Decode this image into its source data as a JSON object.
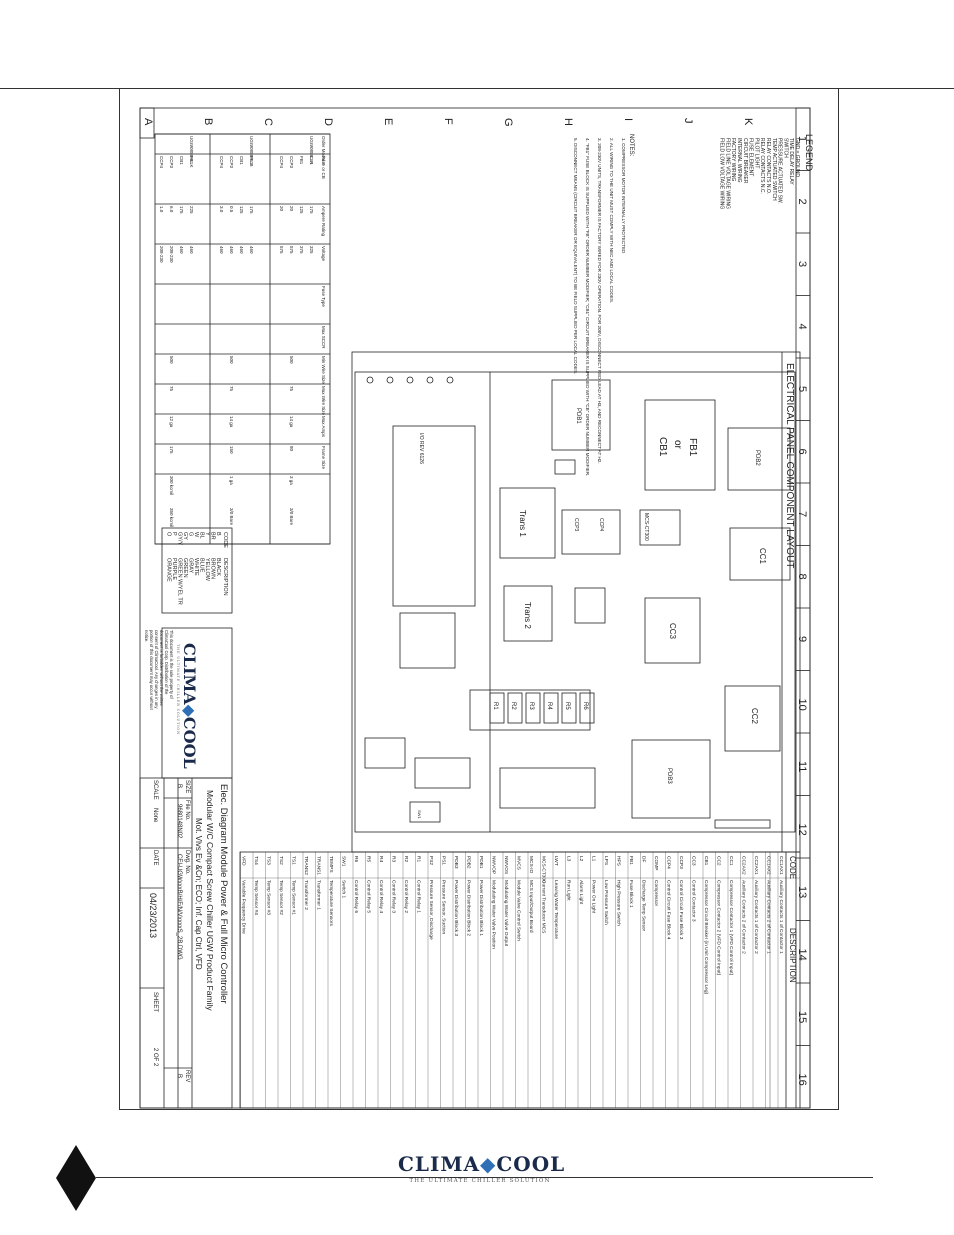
{
  "brand": {
    "name_left": "CLIMA",
    "name_right": "COOL",
    "tagline": "THE ULTIMATE CHILLER SOLUTION",
    "accent": "#2f6fb5"
  },
  "drawing": {
    "panel_title": "ELECTRICAL PANEL COMPONENT LAYOUT",
    "col_numbers": [
      "1",
      "2",
      "3",
      "4",
      "5",
      "6",
      "7",
      "8",
      "9",
      "10",
      "11",
      "12",
      "13",
      "14",
      "15",
      "16"
    ],
    "row_letters": [
      "A",
      "B",
      "C",
      "D",
      "E",
      "F",
      "G",
      "H",
      "I",
      "J",
      "K"
    ],
    "legend": {
      "title": "LEGEND",
      "items": [
        "GND = GROUND",
        "TIME DELAY RELAY",
        "SWITCH",
        "PRESSURE ACTUATED SW.",
        "TEMP ACTUATED SWITCH",
        "RELAY CONTACTS N.O.",
        "RELAY CONTACTS N.C.",
        "PILOT LIGHT",
        "FUSE ELEMENT",
        "CIRCUIT BREAKER",
        "INTERNAL WIRING",
        "FACTORY WIRING",
        "FIELD LINE VOLTAGE WIRING",
        "FIELD LOW VOLTAGE WIRING"
      ]
    },
    "notes": {
      "title": "NOTES:",
      "items": [
        "1. COMPRESSOR MOTOR INTERNALLY PROTECTED",
        "2. ALL WIRING TO THE UNIT MUST COMPLY WITH NEC AND LOCAL CODES.",
        "3. 208-230V UNITS, TRANSFORMER IS FACTORY WIRED FOR 230V OPERATION. FOR 208V, DISCONNECT RED LEAD AT H3, AND RECONNECT AT H2.",
        "4. \"FB1\" FUSE BLOCK IS SUPPLIED WITH \"FB\" ORDER NUMBER MODIFIER; \"CB1\" CIRCUIT BREAKER IS SUPPLIED WITH \"CB\" ORDER NUMBER MODIFIER.",
        "5. DISCONNECT MEANS (CIRCUIT BREAKER OR EQUIVALENT) TO BE FIELD SUPPLIED PER LOCAL CODES."
      ]
    },
    "order_table": {
      "headers": [
        "Order Model #",
        "Fuse or CB",
        "Ampere Rating",
        "Voltage",
        "Fuse Type",
        "Max SCCR",
        "Min Wire Size",
        "Max Wire Size",
        "Max Amps",
        "Frame Size"
      ],
      "rows": [
        {
          "model": "UGW085B...A",
          "vals": [
            "CB1",
            "FB1",
            "CCP3",
            "CCP4"
          ],
          "amps": [
            "175",
            "125",
            "20",
            "20"
          ],
          "volt": [
            "325",
            "375",
            "575",
            "575"
          ],
          "sccr": "500",
          "minw": "75",
          "maxw": "14 ga",
          "amp": "80",
          "frame": "3 ga",
          "size": "3/0 Bare"
        },
        {
          "model": "UGW085BF...B",
          "vals": [
            "FB1",
            "CB1",
            "CCP3",
            "CCP4"
          ],
          "amps": [
            "175",
            "125",
            "0.5",
            "3.0"
          ],
          "volt": [
            "460",
            "460",
            "460",
            "460"
          ],
          "sccr": "500",
          "minw": "75",
          "maxw": "14 ga",
          "amp": "150",
          "frame": "1 ga",
          "size": "3/0 Bare"
        },
        {
          "model": "UGW085BH...K",
          "vals": [
            "FB1",
            "CB1",
            "CCP3",
            "CCP4"
          ],
          "amps": [
            "225",
            "175",
            "6.0",
            "1.0"
          ],
          "volt": [
            "460",
            "460",
            "208-230",
            "208-230"
          ],
          "sccr": "500",
          "minw": "75",
          "maxw": "12 ga",
          "amp": "175",
          "frame": "300 kcmil",
          "size": "350 kcmil"
        }
      ]
    },
    "color_codes": {
      "headers": [
        "CODE",
        "DESCRIPTION"
      ],
      "rows": [
        [
          "B",
          "BLACK"
        ],
        [
          "BR",
          "BROWN"
        ],
        [
          "Y",
          "YELLOW"
        ],
        [
          "BL",
          "BLUE"
        ],
        [
          "W",
          "WHITE"
        ],
        [
          "G",
          "GRAY"
        ],
        [
          "GY",
          "GREEN"
        ],
        [
          "GY/Y",
          "GREEN W/YEL TR"
        ],
        [
          "P",
          "PURPLE"
        ],
        [
          "O",
          "ORANGE"
        ]
      ]
    },
    "components": {
      "pdb1": "PDB1",
      "pdb2": "PDB2",
      "pdb3": "PDB3",
      "fb_title": "FB1",
      "fb_or": "or",
      "fb_cb": "CB1",
      "trans1": "Trans 1",
      "trans2": "Trans 2",
      "cc1": "CC1",
      "cc2": "CC2",
      "cc3": "CC3",
      "ccp3": "CCP3",
      "ccp4": "CCP4",
      "mcs": "MCS-CT300",
      "io": "I/O REV 6126",
      "relays": [
        "R1",
        "R2",
        "R3",
        "R4",
        "R5",
        "R6"
      ],
      "sw": "SW1"
    },
    "code_list": {
      "headers": [
        "CODE",
        "DESCRIPTION"
      ],
      "rows": [
        [
          "CC1AX1",
          "Auxiliary Contacts 1 of Contactor 1"
        ],
        [
          "CC1AX2",
          "Auxiliary Contacts 2 of Contactor 1"
        ],
        [
          "CC2AX1",
          "Auxiliary Contacts 1 of Contactor 2"
        ],
        [
          "CC2AX2",
          "Auxiliary Contacts 2 of Contactor 2"
        ],
        [
          "CC1",
          "Compressor Contactor 1 (VFD Control Input)"
        ],
        [
          "CC2",
          "Compressor Contactor 2 (VFD Control Input)"
        ],
        [
          "CB1",
          "Compressor Circuit Breaker (in Unit Compressor Leg)"
        ],
        [
          "CC3",
          "Control Contactor 3"
        ],
        [
          "CCP3",
          "Control Circuit Fuse Block 3"
        ],
        [
          "CCP4",
          "Control Circuit Fuse Block 4"
        ],
        [
          "COMP",
          "Compressor"
        ],
        [
          "DF",
          "Discharge Temp Sensor"
        ],
        [
          "FB1",
          "Fuse Block 1"
        ],
        [
          "HPS",
          "High Pressure Switch"
        ],
        [
          "LPS",
          "Low Pressure Switch"
        ],
        [
          "L1",
          "Power On Light"
        ],
        [
          "L2",
          "Alarm Light"
        ],
        [
          "L3",
          "Run Light"
        ],
        [
          "LWT",
          "Leaving Water Temperature"
        ],
        [
          "MCS-CT300",
          "Current Transducer MCS"
        ],
        [
          "MCS-IO",
          "MCS Input/Output Board"
        ],
        [
          "MVCS",
          "Module Valve Control Switch"
        ],
        [
          "NWVOS",
          "Modulating Water Valve Output"
        ],
        [
          "NWVOP",
          "Modulating Water Valve Position"
        ],
        [
          "PDB1",
          "Power Distribution Block 1"
        ],
        [
          "PDB2",
          "Power Distribution Block 2"
        ],
        [
          "PDB3",
          "Power Distribution Block 3"
        ],
        [
          "PS1",
          "Pressure Sensor, Suction"
        ],
        [
          "PS2",
          "Pressure Sensor, Discharge"
        ],
        [
          "R1",
          "Control Relay 1"
        ],
        [
          "R2",
          "Control Relay 2"
        ],
        [
          "R3",
          "Control Relay 3"
        ],
        [
          "R4",
          "Control Relay 4"
        ],
        [
          "R5",
          "Control Relay 5"
        ],
        [
          "R6",
          "Control Relay 6"
        ],
        [
          "SW1",
          "Switch 1"
        ],
        [
          "TEMPS",
          "Temperature Sensors"
        ],
        [
          "TRANS1",
          "Transformer 1"
        ],
        [
          "TRANS2",
          "Transformer 2"
        ],
        [
          "TS1",
          "Temp Sensor #1"
        ],
        [
          "TS2",
          "Temp Sensor #2"
        ],
        [
          "TS3",
          "Temp Sensor #3"
        ],
        [
          "TS4",
          "Temp Sensor #4"
        ],
        [
          "VFD",
          "Variable Frequency Drive"
        ]
      ]
    },
    "title_block": {
      "title1": "Elec. Diagram Module Power & Full Micro Controller",
      "title2": "Modular W/C Compact Screw Chiller UGW Product Family",
      "title3": "Mot. Vlvs Ev &Cn; ECO; Inf. Cap Ctrl, VFD",
      "disclaimer": "This document is the sole property of ClimaCool Corp. Distribution of the document is forbidden without the written consent of ClimaCool. Any changes in any portion of this document may occur without notice.",
      "size_label": "SIZE",
      "size": "B",
      "file_label": "File No.",
      "file": "9680148N02",
      "dwg_label": "Dwg. No.",
      "dwg": "CEI-UGWxxxB/H/F/N/VxxxxS_2B.DWG",
      "rev_label": "REV",
      "rev": "B",
      "scale_label": "SCALE",
      "scale": "None",
      "date_label": "DATE",
      "date": "04/23/2013",
      "sheet_label": "SHEET",
      "sheet": "2 OF 2"
    }
  }
}
